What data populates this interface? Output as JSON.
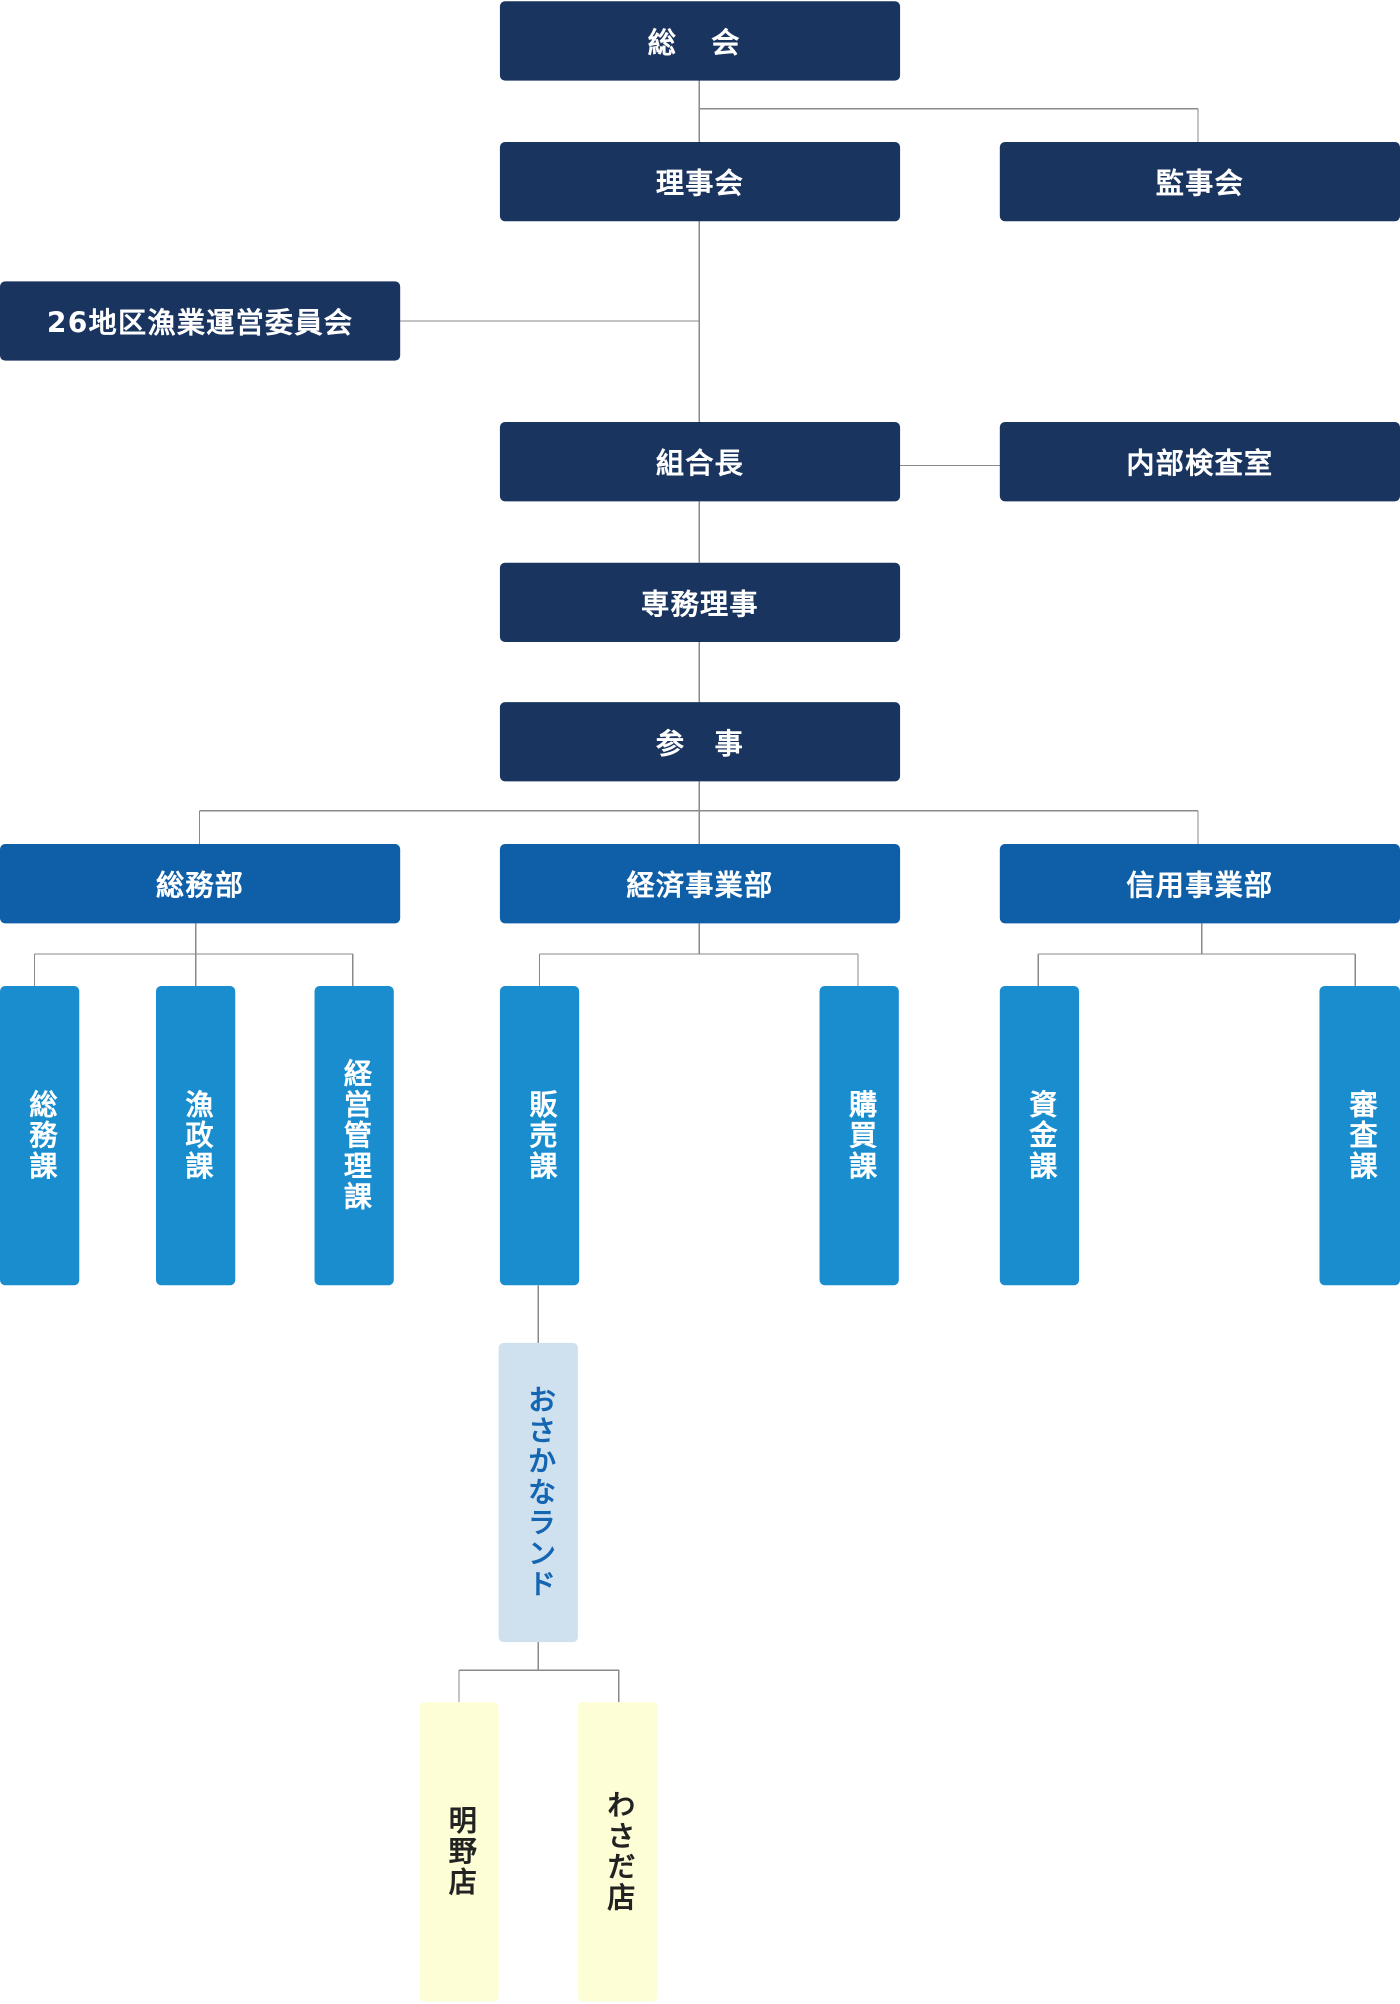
{
  "nodes": {
    "soukai": "総 会",
    "rijikai": "理事会",
    "kanjikai": "監事会",
    "chiku": "26地区漁業運営委員会",
    "kumiaicho": "組合長",
    "naibu": "内部検査室",
    "senmu": "専務理事",
    "sanji": "参　事",
    "soumubu": "総務部",
    "keizai": "経済事業部",
    "shinyo": "信用事業部",
    "soumuka": "総務課",
    "gyoseika": "漁政課",
    "keieika": "経営管理課",
    "hanbaika": "販売課",
    "kobaika": "購買課",
    "shikinka": "資金課",
    "shinsaka": "審査課",
    "osakana": "おさかなランド",
    "akeno": "明野店",
    "wasada": "わさだ店"
  },
  "colors": {
    "navy": "#1a3460",
    "department": "#0e5ea8",
    "section": "#1a8dcf",
    "store_group": "#cfe0ef",
    "store": "#fdfdd6",
    "connector": "#8a8a8a"
  }
}
